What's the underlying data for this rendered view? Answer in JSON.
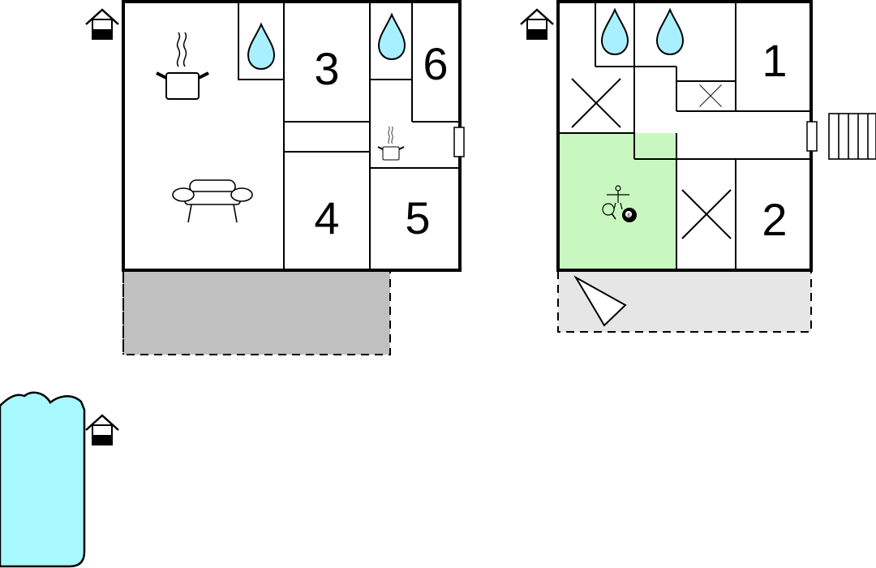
{
  "colors": {
    "water_blue": "#a8f0ff",
    "pool_blue": "#a8f8ff",
    "terrace_dark": "#c0c0c0",
    "terrace_light": "#e6e6e6",
    "game_room_green": "#c8f8c0",
    "line": "#000000",
    "background": "#ffffff"
  },
  "icons": [
    "house-entrance-icon",
    "water-drop-icon",
    "cooking-pot-icon",
    "sofa-icon",
    "no-room-cross-icon",
    "table-tennis-icon",
    "table-football-icon",
    "billiard-ball-icon",
    "stairs-icon",
    "sun-lounger-icon",
    "pool-shape"
  ],
  "floor_plan": {
    "left_building": {
      "rooms": [
        {
          "number": "3"
        },
        {
          "number": "6"
        },
        {
          "number": "4"
        },
        {
          "number": "5"
        }
      ]
    },
    "right_building": {
      "rooms": [
        {
          "number": "1"
        },
        {
          "number": "2"
        }
      ],
      "billiard_ball_label": "8"
    }
  }
}
